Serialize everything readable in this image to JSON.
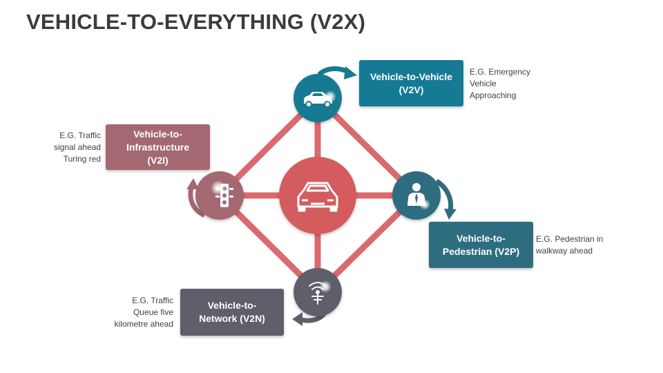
{
  "title": "VEHICLE-TO-EVERYTHING (V2X)",
  "colors": {
    "v2v": "#157a93",
    "v2p": "#2e6d80",
    "v2n": "#5e5f6b",
    "v2i": "#a36871",
    "center": "#d45b5f",
    "lines": "#d96a6e"
  },
  "center": {
    "icon": "car-icon"
  },
  "nodes": {
    "v2v": {
      "label_line1": "Vehicle-to-Vehicle",
      "label_line2": "(V2V)",
      "note_line1": "E.G. Emergency",
      "note_line2": "Vehicle",
      "note_line3": "Approaching",
      "icon": "car-icon"
    },
    "v2i": {
      "label_line1": "Vehicle-to-",
      "label_line2": "Infrastructure",
      "label_line3": "(V2I)",
      "note_line1": "E.G. Traffic",
      "note_line2": "signal ahead",
      "note_line3": "Turing red",
      "icon": "traffic-light-icon"
    },
    "v2p": {
      "label_line1": "Vehicle-to-",
      "label_line2": "Pedestrian (V2P)",
      "note_line1": "E.G. Pedestrian in",
      "note_line2": "walkway ahead",
      "icon": "person-icon"
    },
    "v2n": {
      "label_line1": "Vehicle-to-",
      "label_line2": "Network (V2N)",
      "note_line1": "E.G. Traffic",
      "note_line2": "Queue five",
      "note_line3": "kilometre ahead",
      "icon": "antenna-icon"
    }
  }
}
